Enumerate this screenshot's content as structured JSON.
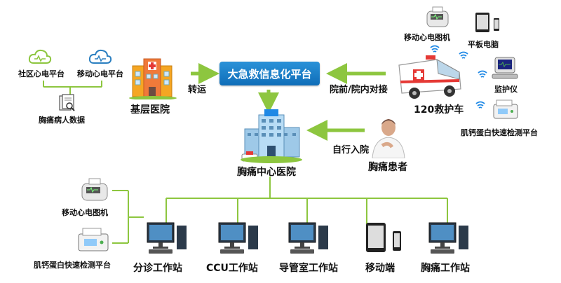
{
  "hub": "大急救信息化平台",
  "community": {
    "platform1": "社区心电平台",
    "platform2": "移动心电平台",
    "data": "胸痛病人数据"
  },
  "basic_hospital": "基层医院",
  "transfer": "转运",
  "ambulance_side": {
    "connect": "院前/院内对接",
    "ambulance": "120救护车",
    "ecg": "移动心电图机",
    "tablet": "平板电脑",
    "monitor": "监护仪",
    "troponin": "肌钙蛋白快速检测平台"
  },
  "patient": {
    "walk_in": "自行入院",
    "label": "胸痛患者"
  },
  "center": "胸痛中心医院",
  "left_devices": {
    "ecg": "移动心电图机",
    "troponin": "肌钙蛋白快速检测平台"
  },
  "workstations": [
    "分诊工作站",
    "CCU工作站",
    "导管室工作站",
    "移动端",
    "胸痛工作站"
  ],
  "colors": {
    "hub": "#1478c8",
    "arrow": "#8dc63f",
    "line": "#8dc63f"
  }
}
